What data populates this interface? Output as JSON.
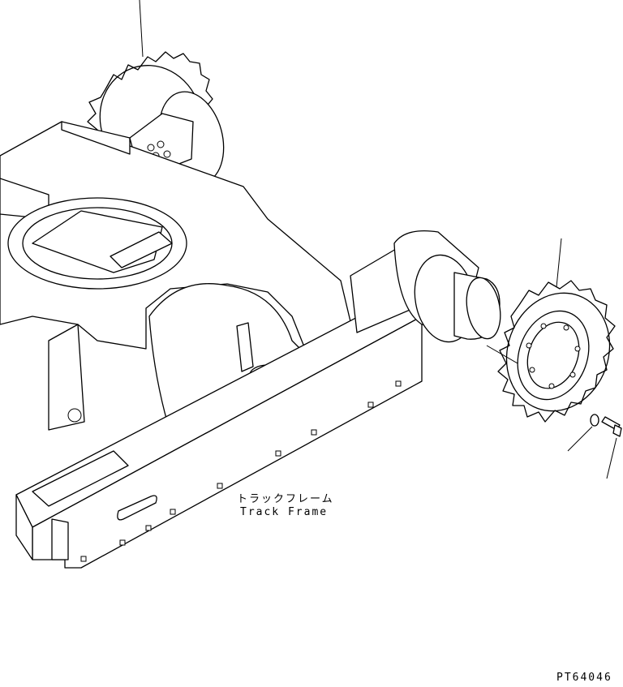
{
  "labels": {
    "part_name_jp": "トラックフレーム",
    "part_name_en": "Track Frame",
    "drawing_number": "PT64046"
  },
  "colors": {
    "ink": "#000000",
    "paper": "#ffffff"
  }
}
